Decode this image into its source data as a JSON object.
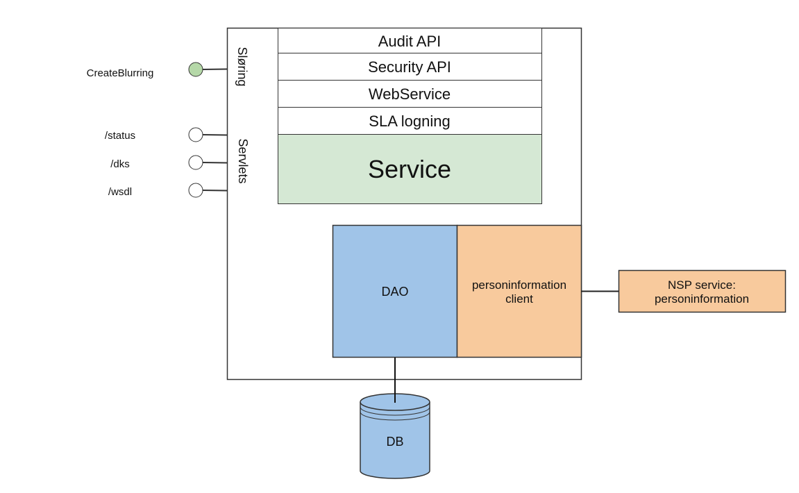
{
  "diagram": {
    "container_label": "",
    "side_labels": {
      "blurring": "Sløring",
      "servlets": "Servlets"
    },
    "interfaces": [
      {
        "label": "CreateBlurring",
        "style": "filled",
        "group": "blurring"
      },
      {
        "label": "/status",
        "style": "empty",
        "group": "servlets"
      },
      {
        "label": "/dks",
        "style": "empty",
        "group": "servlets"
      },
      {
        "label": "/wsdl",
        "style": "empty",
        "group": "servlets"
      }
    ],
    "layers": [
      {
        "label": "Audit API"
      },
      {
        "label": "Security API"
      },
      {
        "label": "WebService"
      },
      {
        "label": "SLA logning"
      }
    ],
    "service": {
      "label": "Service"
    },
    "dao": {
      "label": "DAO"
    },
    "client": {
      "label_line1": "personinformation",
      "label_line2": "client"
    },
    "external": {
      "label_line1": "NSP service:",
      "label_line2": "personinformation"
    },
    "database": {
      "label": "DB"
    },
    "colors": {
      "green_fill": "#d5e8d4",
      "interface_green": "#b5d8a8",
      "blue_fill": "#a0c4e8",
      "orange_fill": "#f8ca9d",
      "stroke": "#333333"
    }
  }
}
